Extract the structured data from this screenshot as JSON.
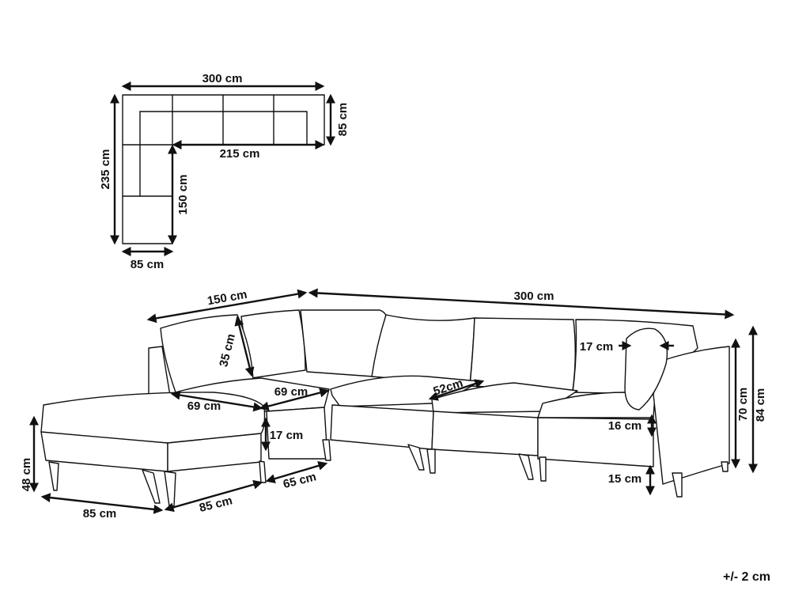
{
  "plan": {
    "width": "300 cm",
    "depth_right": "85 cm",
    "inner_width": "215 cm",
    "total_length": "235 cm",
    "inner_length": "150 cm",
    "depth_left": "85 cm"
  },
  "view": {
    "top_left_width": "150 cm",
    "top_width": "300 cm",
    "cushion_height": "35 cm",
    "side_cushion": "17 cm",
    "seat_depth_a": "69 cm",
    "seat_depth_b": "69 cm",
    "seat_depth_c": "52cm",
    "seat_thickness": "16 cm",
    "ottoman_cushion": "17 cm",
    "arm_height": "70 cm",
    "total_height": "84 cm",
    "leg_height": "15 cm",
    "ottoman_height": "48 cm",
    "ottoman_width": "85 cm",
    "ottoman_depth": "85 cm",
    "module_width": "65 cm"
  },
  "tolerance": "+/- 2 cm"
}
